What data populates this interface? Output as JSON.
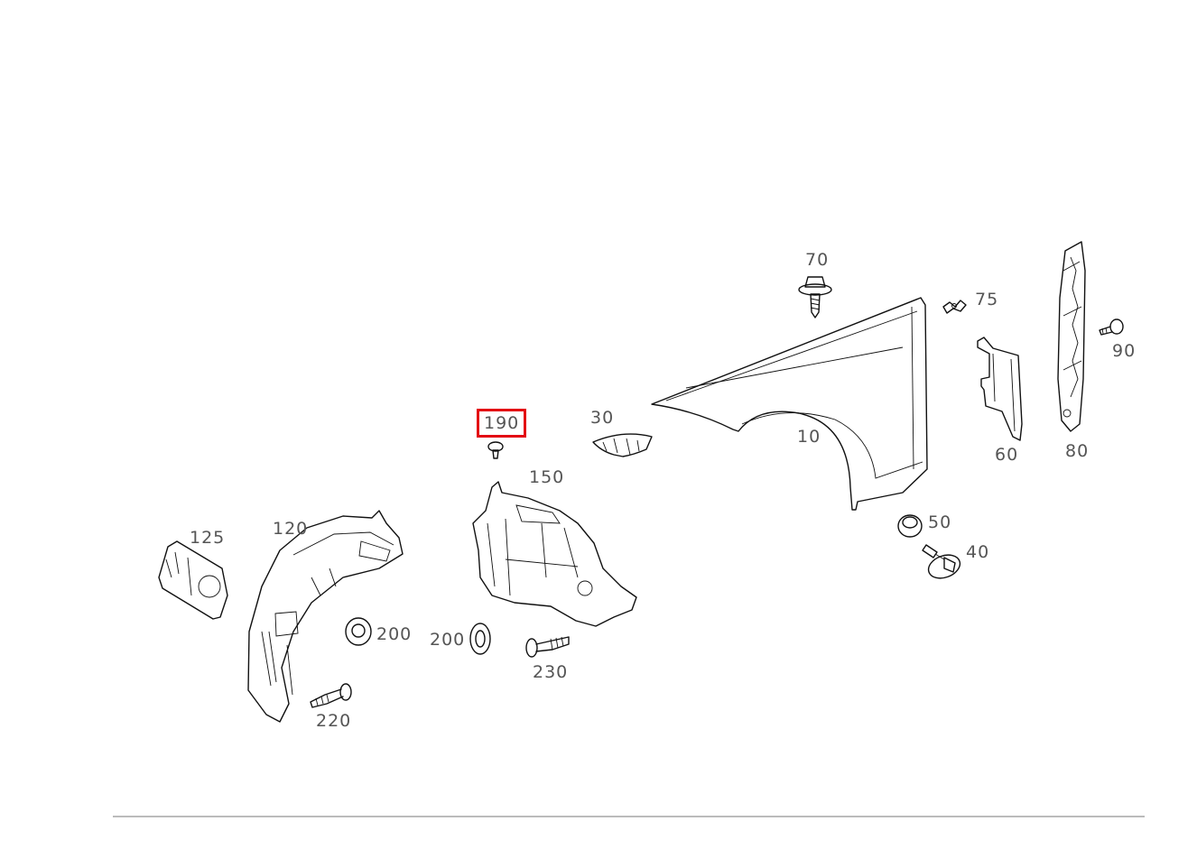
{
  "diagram": {
    "callouts": {
      "c10": "10",
      "c30": "30",
      "c40": "40",
      "c50": "50",
      "c60": "60",
      "c70": "70",
      "c75": "75",
      "c80": "80",
      "c90": "90",
      "c120": "120",
      "c125": "125",
      "c150": "150",
      "c190": "190",
      "c200a": "200",
      "c200b": "200",
      "c220": "220",
      "c230": "230"
    },
    "selected_callout": "190",
    "highlight_color": "#e30613"
  }
}
